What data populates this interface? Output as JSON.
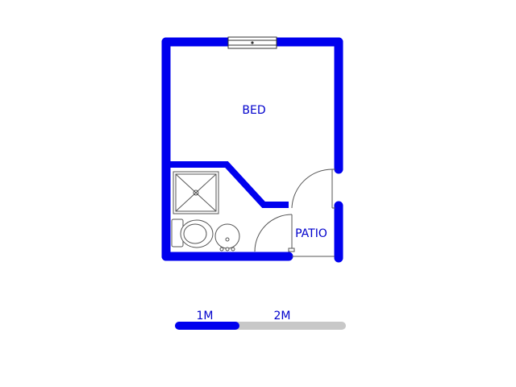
{
  "floorplan": {
    "rooms": [
      {
        "id": "bed",
        "label": "BED"
      },
      {
        "id": "patio",
        "label": "PATIO"
      }
    ],
    "fixtures": [
      "shower",
      "toilet",
      "basin",
      "window",
      "door-bathroom",
      "door-patio"
    ]
  },
  "scale_bar": {
    "segments": [
      {
        "label": "1M",
        "filled": true
      },
      {
        "label": "2M",
        "filled": false
      }
    ]
  },
  "colors": {
    "wall": "#0000ee",
    "label": "#0000cc",
    "scale_filled": "#0000ee",
    "scale_empty": "#c8c8c8",
    "fixture_line": "#555555"
  }
}
